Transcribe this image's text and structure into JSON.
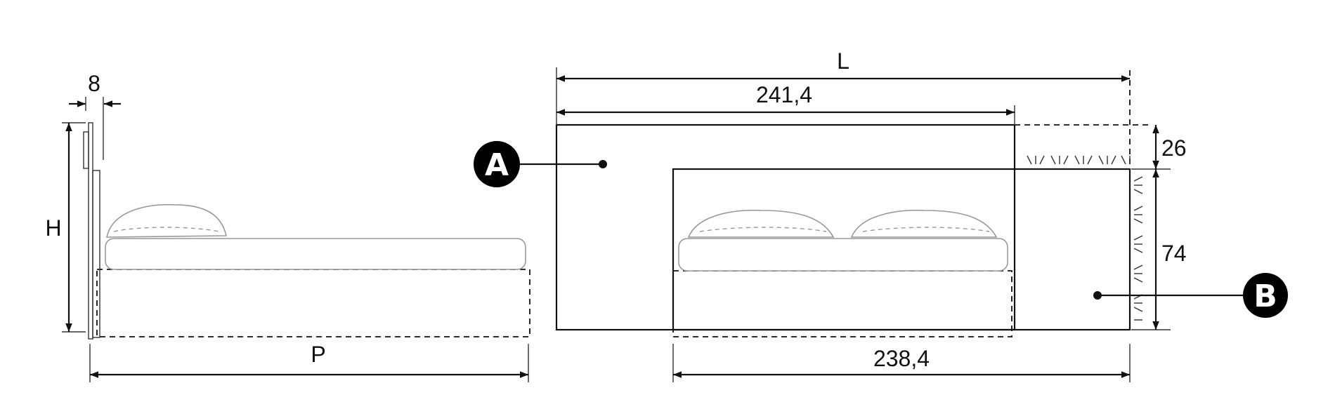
{
  "dimensions": {
    "headboard_thickness": "8",
    "height": "H",
    "depth": "P",
    "length": "L",
    "width_a": "241,4",
    "width_b": "238,4",
    "height_offset": "26",
    "height_b": "74"
  },
  "markers": {
    "a": "A",
    "b": "B"
  },
  "colors": {
    "line": "#111111",
    "panel_a": "#d0d0d0",
    "panel_b": "#f5f5f5",
    "base": "#d0d0d0",
    "marker": "#000000"
  }
}
